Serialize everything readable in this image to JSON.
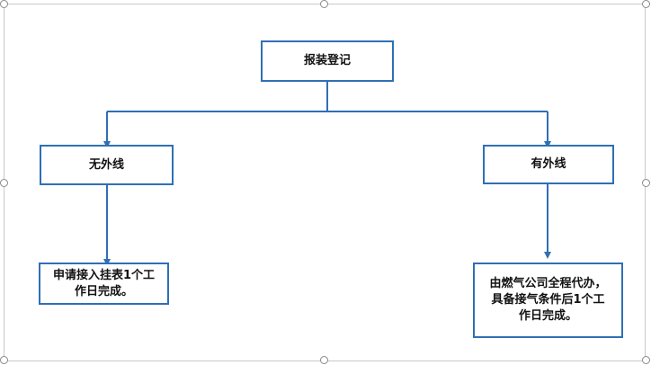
{
  "diagram": {
    "colors": {
      "node_border": "#2f6fb5",
      "connector": "#2f6fb5",
      "text": "#111111",
      "canvas_border": "#c9c9c9"
    },
    "nodes": {
      "root": {
        "label": "报装登记"
      },
      "left_branch": {
        "label": "无外线"
      },
      "right_branch": {
        "label": "有外线"
      },
      "left_result": {
        "label": "申请接入挂表1个工\n作日完成。"
      },
      "right_result": {
        "label": "由燃气公司全程代办，\n具备接气条件后1个工\n作日完成。"
      }
    }
  }
}
